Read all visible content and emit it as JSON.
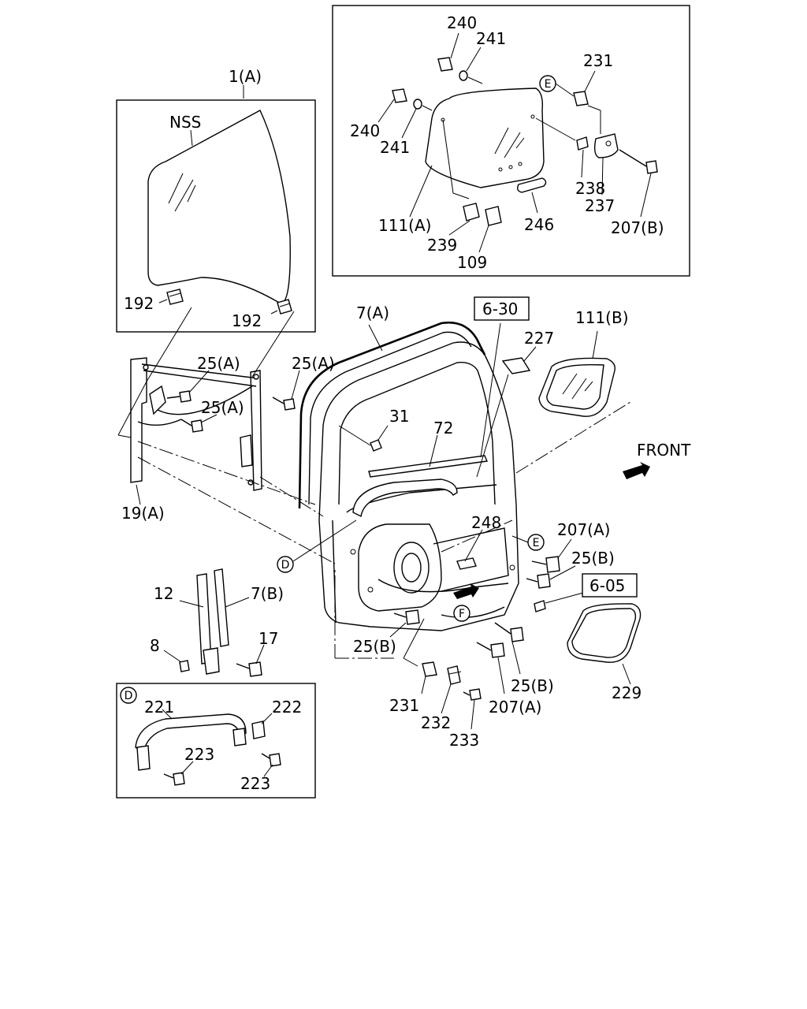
{
  "labels": {
    "p1a": "1(A)",
    "nss": "NSS",
    "p192a": "192",
    "p192b": "192",
    "p25a_1": "25(A)",
    "p25a_2": "25(A)",
    "p25a_3": "25(A)",
    "p19a": "19(A)",
    "p7a": "7(A)",
    "ref630": "6-30",
    "p227": "227",
    "p111b": "111(B)",
    "p31": "31",
    "p72": "72",
    "front": "FRONT",
    "p248": "248",
    "p207a_1": "207(A)",
    "p25b_1": "25(B)",
    "ref605": "6-05",
    "p12": "12",
    "p7b": "7(B)",
    "p8": "8",
    "p17": "17",
    "p25b_2": "25(B)",
    "p25b_3": "25(B)",
    "p207a_2": "207(A)",
    "p231b": "231",
    "p232": "232",
    "p233": "233",
    "p229": "229",
    "p240a": "240",
    "p241a": "241",
    "p240b": "240",
    "p241b": "241",
    "p231a": "231",
    "p238": "238",
    "p237": "237",
    "p207b": "207(B)",
    "p111a": "111(A)",
    "p239": "239",
    "p246": "246",
    "p109": "109",
    "p221": "221",
    "p222": "222",
    "p223a": "223",
    "p223b": "223"
  },
  "markers": {
    "d": "D",
    "e": "E",
    "f": "F"
  }
}
